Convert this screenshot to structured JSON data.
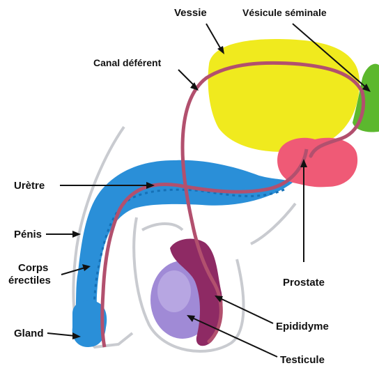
{
  "labels": {
    "vessie": "Vessie",
    "vesicule_seminale": "Vésicule séminale",
    "canal_deferent": "Canal déférent",
    "uretre": "Urètre",
    "penis": "Pénis",
    "corps_erectiles_line1": "Corps",
    "corps_erectiles_line2": "érectiles",
    "prostate": "Prostate",
    "epididyme": "Epididyme",
    "gland": "Gland",
    "testicule": "Testicule"
  },
  "colors": {
    "bladder": "#f0ea1e",
    "seminal_vesicle": "#5cb82e",
    "prostate": "#ef5a76",
    "penis": "#2a8fd8",
    "testicle": "#a08ad6",
    "epididymis": "#8e2a64",
    "duct": "#b2506e"
  }
}
